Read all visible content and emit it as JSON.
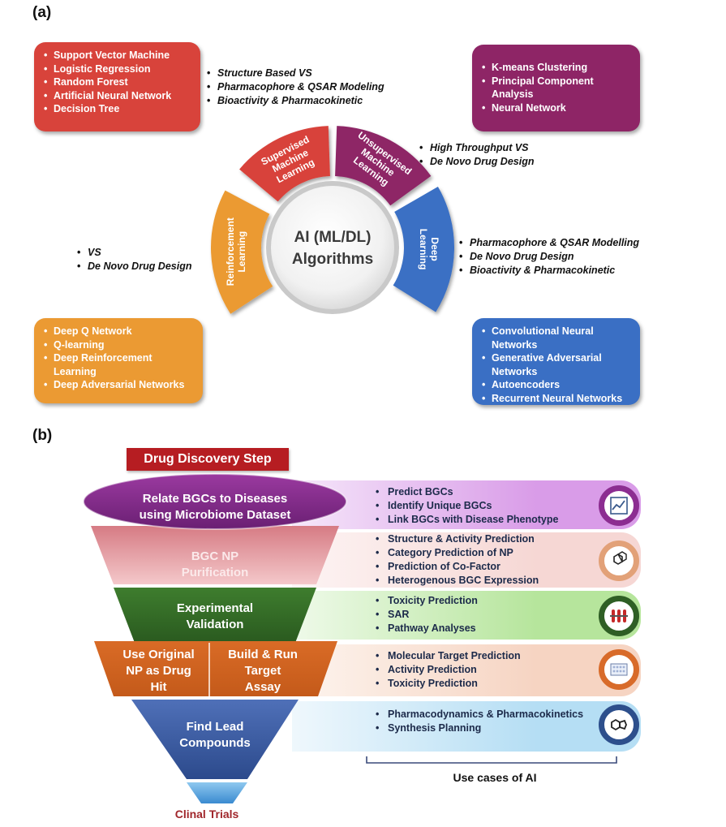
{
  "panel_a": {
    "label": "(a)",
    "center": {
      "line1": "AI (ML/DL)",
      "line2": "Algorithms"
    },
    "segments": {
      "supervised": {
        "lines": [
          "Supervised",
          "Machine",
          "Learning"
        ],
        "color": "#d8433b"
      },
      "unsupervised": {
        "lines": [
          "Unsupervised",
          "Machine",
          "Learning"
        ],
        "color": "#8e2566"
      },
      "deep": {
        "lines": [
          "Deep",
          "Learning"
        ],
        "color": "#3a6fc4"
      },
      "reinforcement": {
        "lines": [
          "Reinforcement",
          "Learning"
        ],
        "color": "#eb9a33"
      }
    },
    "boxes": {
      "supervised": [
        "Support Vector Machine",
        "Logistic Regression",
        "Random Forest",
        "Artificial Neural Network",
        "Decision Tree"
      ],
      "unsupervised": [
        "K-means Clustering",
        "Principal Component Analysis",
        "Neural Network"
      ],
      "deep": [
        "Convolutional Neural Networks",
        "Generative Adversarial Networks",
        "Autoencoders",
        "Recurrent Neural Networks"
      ],
      "reinforcement": [
        "Deep Q Network",
        "Q-learning",
        "Deep Reinforcement Learning",
        "Deep Adversarial Networks"
      ]
    },
    "applications": {
      "supervised": [
        "Structure Based VS",
        "Pharmacophore & QSAR Modeling",
        "Bioactivity & Pharmacokinetic"
      ],
      "unsupervised": [
        "High Throughput VS",
        "De Novo Drug Design"
      ],
      "deep": [
        "Pharmacophore & QSAR Modelling",
        "De Novo Drug Design",
        "Bioactivity & Pharmacokinetic"
      ],
      "reinforcement": [
        "VS",
        "De Novo Drug Design"
      ]
    }
  },
  "panel_b": {
    "label": "(b)",
    "header": "Drug Discovery Step",
    "stages": [
      {
        "text_lines": [
          "Relate BGCs to Diseases",
          "using Microbiome Dataset"
        ],
        "icon": "chart-icon",
        "items": [
          "Predict BGCs",
          "Identify Unique BGCs",
          "Link BGCs with Disease Phenotype"
        ]
      },
      {
        "text_lines": [
          "BGC NP",
          "Purification"
        ],
        "icon": "molecule-icon",
        "items": [
          "Structure & Activity Prediction",
          "Category Prediction of NP",
          "Prediction of Co-Factor",
          "Heterogenous BGC Expression"
        ]
      },
      {
        "text_lines": [
          "Experimental",
          "Validation"
        ],
        "icon": "test-tubes-icon",
        "items": [
          "Toxicity Prediction",
          "SAR",
          "Pathway Analyses"
        ]
      },
      {
        "text_left_lines": [
          "Use Original",
          "NP as Drug",
          "Hit"
        ],
        "text_right_lines": [
          "Build & Run",
          "Target",
          "Assay"
        ],
        "icon": "assay-plate-icon",
        "items": [
          "Molecular Target Prediction",
          "Activity Prediction",
          "Toxicity Prediction"
        ]
      },
      {
        "text_lines": [
          "Find Lead",
          "Compounds"
        ],
        "icon": "compound-icon",
        "items": [
          "Pharmacodynamics & Pharmacokinetics",
          "Synthesis Planning"
        ]
      }
    ],
    "tip_label": "Clinal Trials",
    "use_cases_label": "Use cases of AI"
  }
}
